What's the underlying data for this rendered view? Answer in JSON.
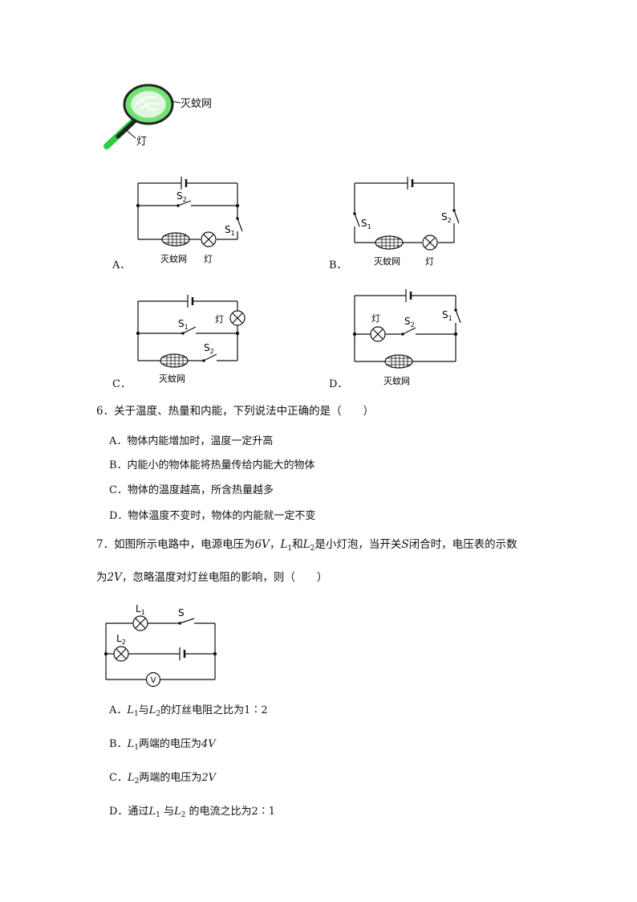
{
  "figure_top": {
    "net_label": "灭蚊网",
    "lamp_label": "灯"
  },
  "circuits": {
    "A": {
      "letter": "A．",
      "s1": "S",
      "s1_sub": "1",
      "s2": "S",
      "s2_sub": "2",
      "net": "灭蚊网",
      "lamp": "灯"
    },
    "B": {
      "letter": "B．",
      "s1": "S",
      "s1_sub": "1",
      "s2": "S",
      "s2_sub": "2",
      "net": "灭蚊网",
      "lamp": "灯"
    },
    "C": {
      "letter": "C．",
      "s1": "S",
      "s1_sub": "1",
      "s2": "S",
      "s2_sub": "2",
      "net": "灭蚊网",
      "lamp": "灯"
    },
    "D": {
      "letter": "D．",
      "s1": "S",
      "s1_sub": "1",
      "s2": "S",
      "s2_sub": "2",
      "net": "灭蚊网",
      "lamp": "灯"
    }
  },
  "q6": {
    "stem": "6．关于温度、热量和内能，下列说法中正确的是（　　）",
    "options": [
      "A．物体内能增加时，温度一定升高",
      "B．内能小的物体能将热量传给内能大的物体",
      "C．物体的温度越高，所含热量越多",
      "D．物体温度不变时，物体的内能就一定不变"
    ]
  },
  "q7": {
    "line1_a": "7．如图所示电路中，电源电压为",
    "voltage": "6V",
    "line1_b": "，",
    "l1": "L",
    "l1_sub": "1",
    "and": "和",
    "l2": "L",
    "l2_sub": "2",
    "line1_c": "是小灯泡，当开关",
    "switch": "S",
    "line1_d": "闭合时，电压表的示数",
    "line2_a": "为",
    "reading": "2V",
    "line2_b": "，忽略温度对灯丝电阻的影响，则（　　）",
    "fig": {
      "L1": "L",
      "L1_sub": "1",
      "L2": "L",
      "L2_sub": "2",
      "S": "S",
      "V": "V"
    },
    "options": {
      "A": {
        "prefix": "A．",
        "l1": "L",
        "s1": "1",
        "mid": "与",
        "l2": "L",
        "s2": "2",
        "tail": "的灯丝电阻之比为1∶2"
      },
      "B": {
        "prefix": "B．",
        "l": "L",
        "s": "1",
        "tail": "两端的电压为",
        "val": "4V"
      },
      "C": {
        "prefix": "C．",
        "l": "L",
        "s": "2",
        "tail": "两端的电压为",
        "val": "2V"
      },
      "D": {
        "prefix": "D．通过",
        "l1": "L",
        "s1": "1",
        "mid": "与",
        "l2": "L",
        "s2": "2",
        "tail": "的电流之比为2∶1"
      }
    }
  }
}
